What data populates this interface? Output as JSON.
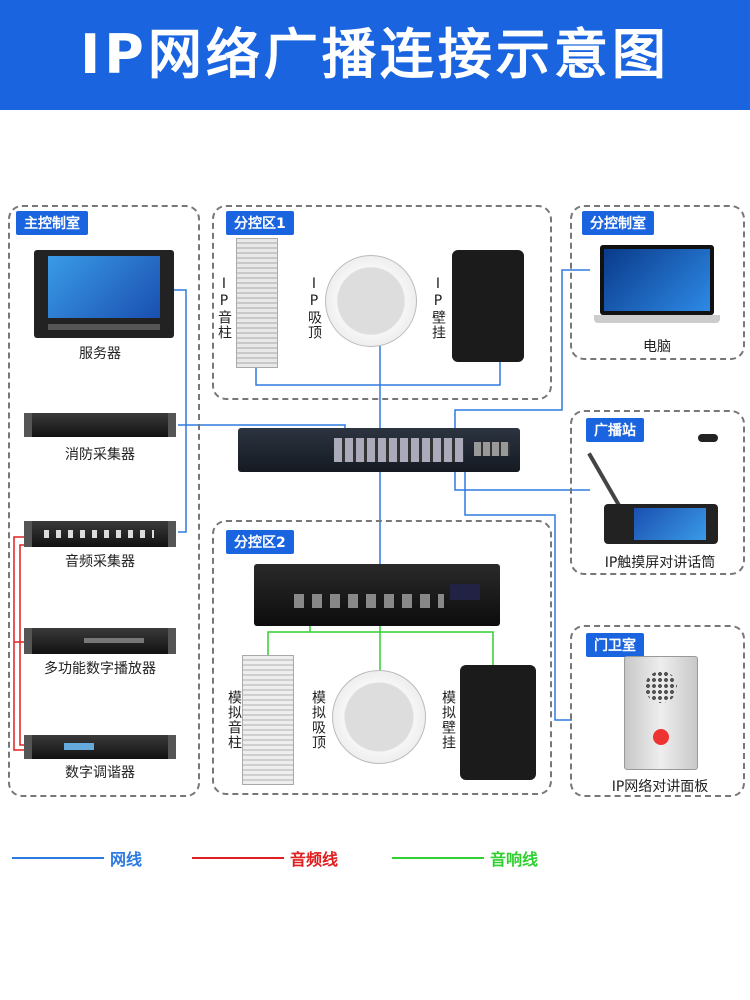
{
  "title": "IP网络广播连接示意图",
  "rooms": {
    "main_control": "主控制室",
    "sub_zone_1": "分控区1",
    "sub_zone_2": "分控区2",
    "sub_control": "分控制室",
    "broadcast_station": "广播站",
    "guard_room": "门卫室"
  },
  "devices": {
    "server": "服务器",
    "fire_collector": "消防采集器",
    "audio_collector": "音频采集器",
    "multi_player": "多功能数字播放器",
    "digital_tuner": "数字调谐器",
    "ip_column": "IP音柱",
    "ip_ceiling": "IP吸顶",
    "ip_wall": "IP壁挂",
    "computer": "电脑",
    "ip_touch_mic": "IP触摸屏对讲话筒",
    "analog_column": "模拟音柱",
    "analog_ceiling": "模拟吸顶",
    "analog_wall": "模拟壁挂",
    "ip_intercom_panel": "IP网络对讲面板"
  },
  "legend": [
    {
      "label": "网线",
      "color": "#2e7be0"
    },
    {
      "label": "音频线",
      "color": "#e02020"
    },
    {
      "label": "音响线",
      "color": "#30d030"
    }
  ],
  "colors": {
    "banner": "#1a64e0",
    "network": "#2e7be0",
    "audio": "#e02020",
    "speaker": "#30d030"
  }
}
